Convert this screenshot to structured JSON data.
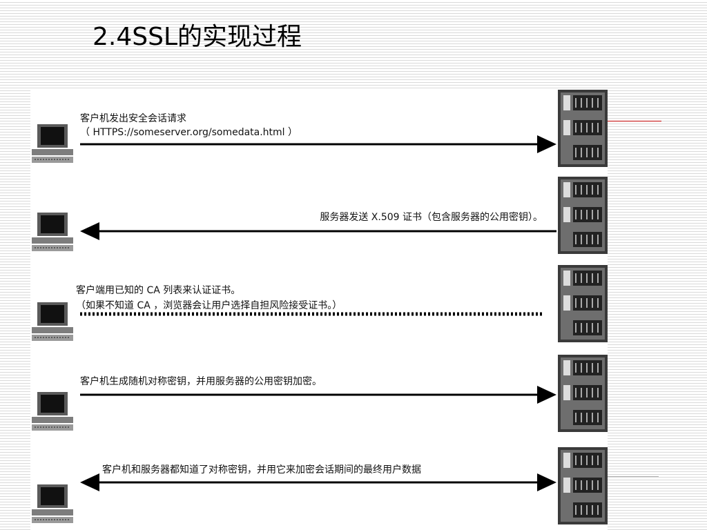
{
  "slide": {
    "title": "2.4SSL的实现过程"
  },
  "steps": [
    {
      "direction": "right",
      "line_style": "solid",
      "text": [
        "客户机发出安全会话请求",
        "（ HTTPS://someserver.org/somedata.html ）"
      ]
    },
    {
      "direction": "left",
      "line_style": "solid",
      "text": [
        "服务器发送 X.509 证书（包含服务器的公用密钥）。"
      ]
    },
    {
      "direction": "none",
      "line_style": "dotted",
      "text": [
        "客户端用已知的 CA 列表来认证证书。",
        "（如果不知道 CA ，浏览器会让用户选择自担风险接受证书。）"
      ]
    },
    {
      "direction": "right",
      "line_style": "solid",
      "text": [
        "客户机生成随机对称密钥，并用服务器的公用密钥加密。"
      ]
    },
    {
      "direction": "both",
      "line_style": "solid",
      "text": [
        "客户机和服务器都知道了对称密钥，并用它来加密会话期间的最终用户数据"
      ]
    }
  ],
  "colors": {
    "line": "#000000",
    "accent_line": "#c00000",
    "device_dark": "#3a3a3a",
    "device_mid": "#7d7d7d"
  }
}
